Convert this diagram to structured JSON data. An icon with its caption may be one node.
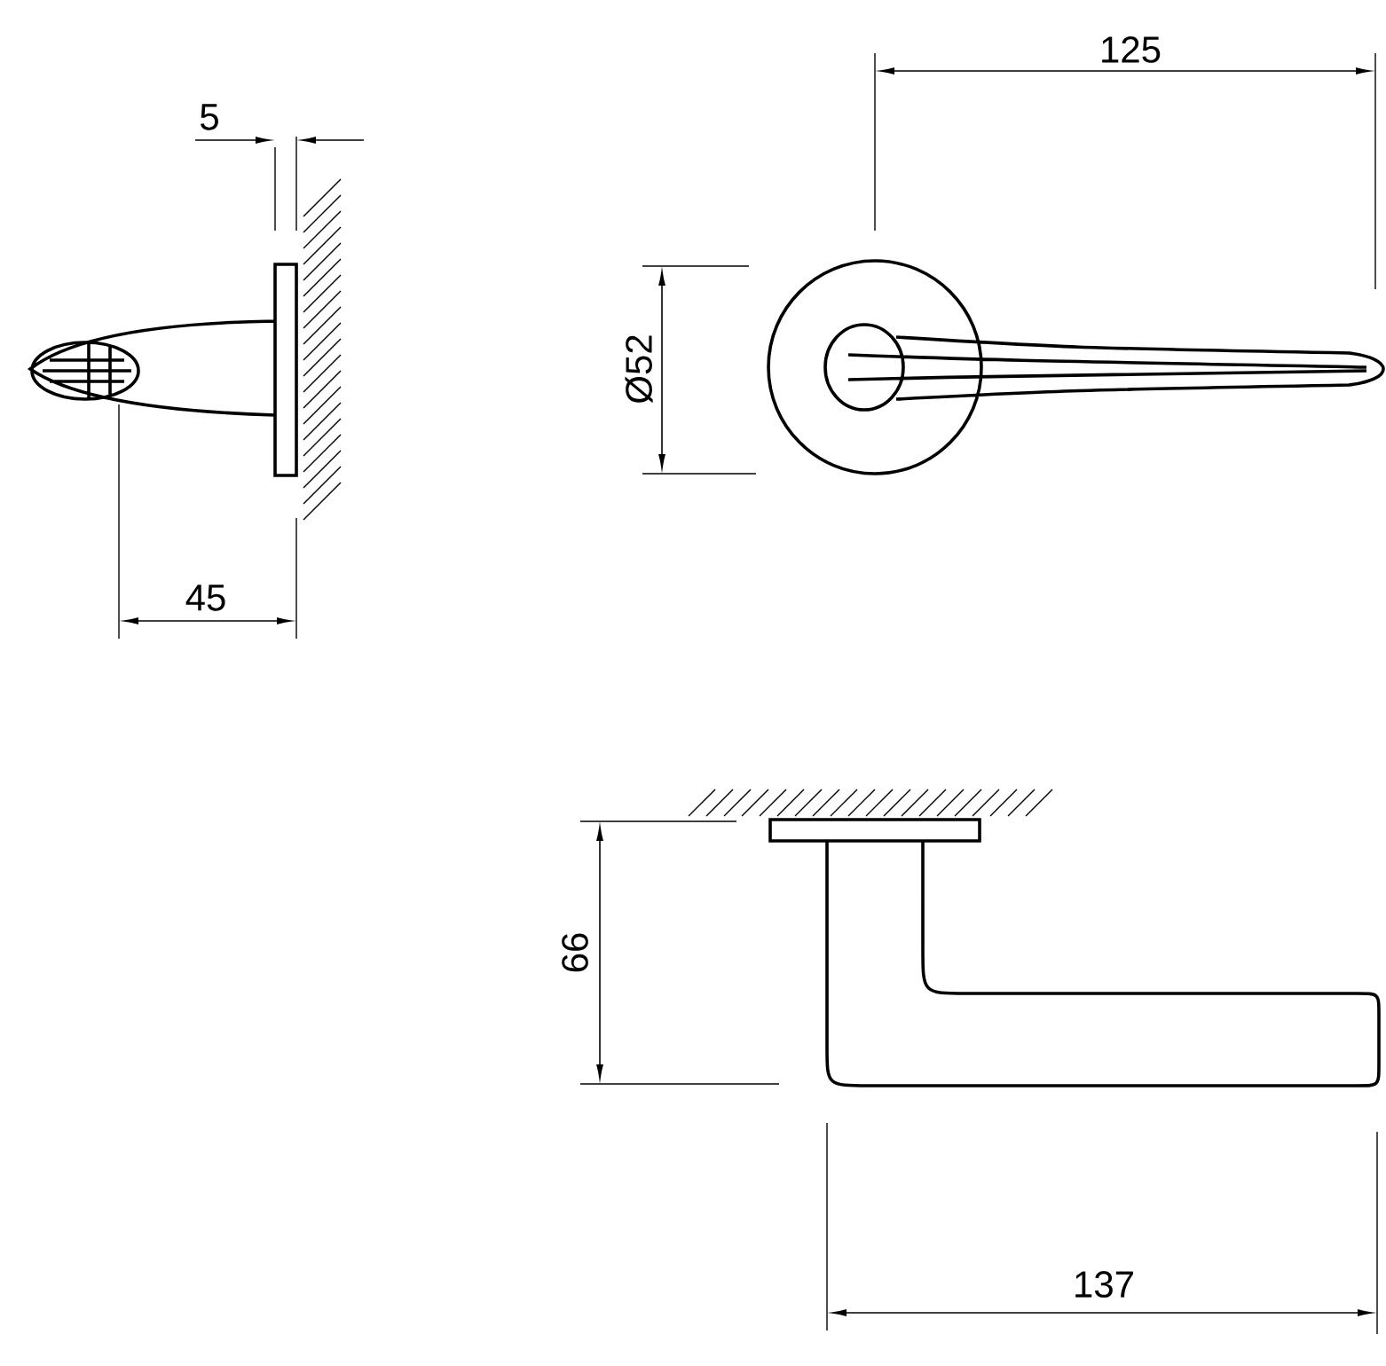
{
  "diagram": {
    "labels": [
      "5",
      "125",
      "Ø52",
      "45",
      "66",
      "137"
    ]
  }
}
